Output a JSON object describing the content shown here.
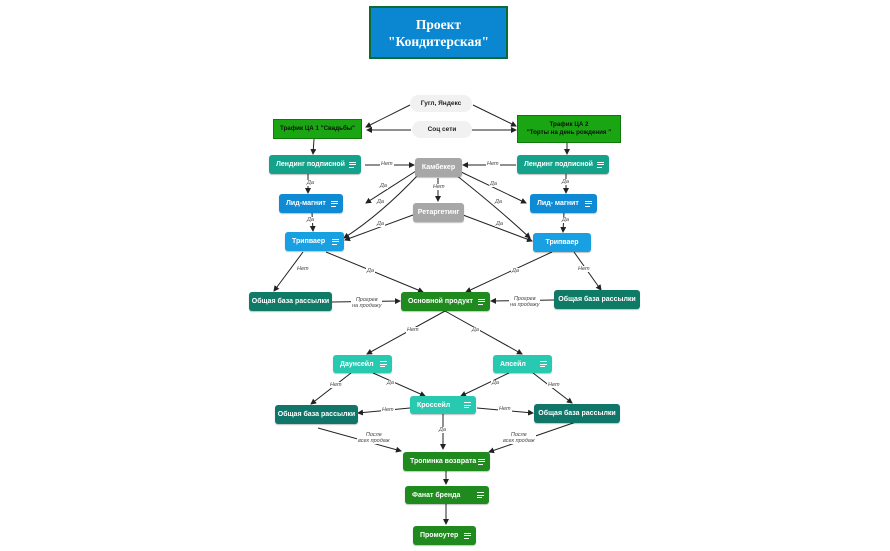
{
  "title": {
    "line1": "Проект",
    "line2": "\"Кондитерская\""
  },
  "sources": {
    "google_yandex": "Гугл, Яндекс",
    "social": "Соц сети"
  },
  "traffic": {
    "left": "Трафик ЦА 1 \"Свадьбы\"",
    "right_line1": "Трафик ЦА 2",
    "right_line2": "\"Торты на день рождения \""
  },
  "nodes": {
    "landing_left": "Лендинг подписной",
    "landing_right": "Лендинг подписной",
    "camebacker": "Камбекер",
    "retargeting": "Ретаргетинг",
    "lead_magnet_left": "Лид-магнит",
    "lead_magnet_right": "Лид- магнит",
    "tripwire_left": "Трипваер",
    "tripwire_right": "Трипваер",
    "mailing_left": "Общая база рассылки",
    "mailing_right": "Общая база рассылки",
    "main_product": "Основной продукт",
    "downsell": "Даунсейл",
    "upsell": "Апсейл",
    "crosssell": "Кроссейл",
    "mailing_low_left": "Общая база рассылки",
    "mailing_low_right": "Общая база рассылки",
    "return_path": "Тропинка возврата",
    "brand_fan": "Фанат бренда",
    "promoter": "Промоутер"
  },
  "edge_labels": {
    "no": "Нет",
    "yes": "Да",
    "warmup_line1": "Прогрев",
    "warmup_line2": "на продажу",
    "after_line1": "После",
    "after_line2": "всех продаж"
  },
  "colors": {
    "title_bg": "#0a87d0",
    "traffic_green": "#1aa513",
    "teal": "#14a38a",
    "blue": "#0f8bd6",
    "gray": "#a7a7a7",
    "dark_teal": "#0f7a65",
    "green": "#1f8a1e",
    "aqua": "#27c9b1"
  }
}
